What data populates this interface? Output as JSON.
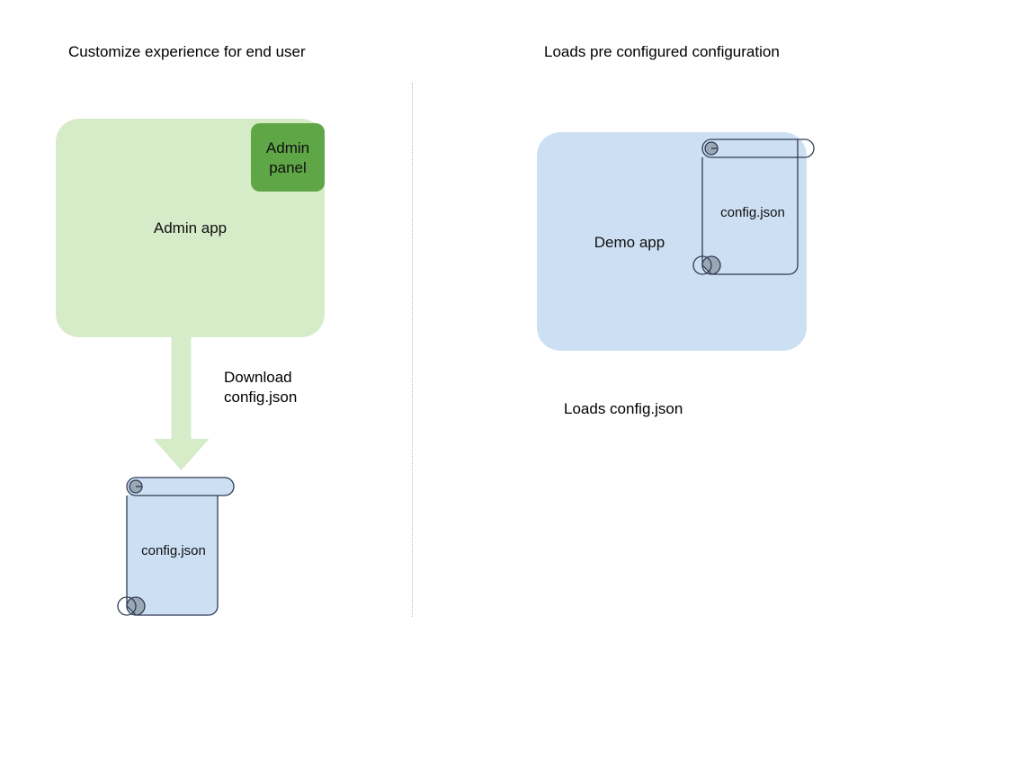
{
  "diagram": {
    "background": "#ffffff",
    "divider": {
      "name": "vertical-dotted-divider",
      "color": "#b9b9b9"
    }
  },
  "left_panel": {
    "title": "Customize experience for end user",
    "app": {
      "label": "Admin app",
      "fill": "#d6ecc9"
    },
    "admin_panel": {
      "label": "Admin\npanel",
      "fill": "#5fa647"
    },
    "arrow": {
      "label": "Download\nconfig.json",
      "fill": "#d6ecc9"
    },
    "document": {
      "label": "config.json",
      "fill": "#cde0f3",
      "stroke": "#2f3b52",
      "curl_fill": "#9aa7b5"
    }
  },
  "right_panel": {
    "title": "Loads pre configured configuration",
    "app": {
      "label": "Demo app",
      "fill": "#cde0f3"
    },
    "document": {
      "label": "config.json",
      "fill": "transparent",
      "stroke": "#2f3b52",
      "curl_fill": "#9aa7b5"
    },
    "caption": "Loads config.json"
  }
}
